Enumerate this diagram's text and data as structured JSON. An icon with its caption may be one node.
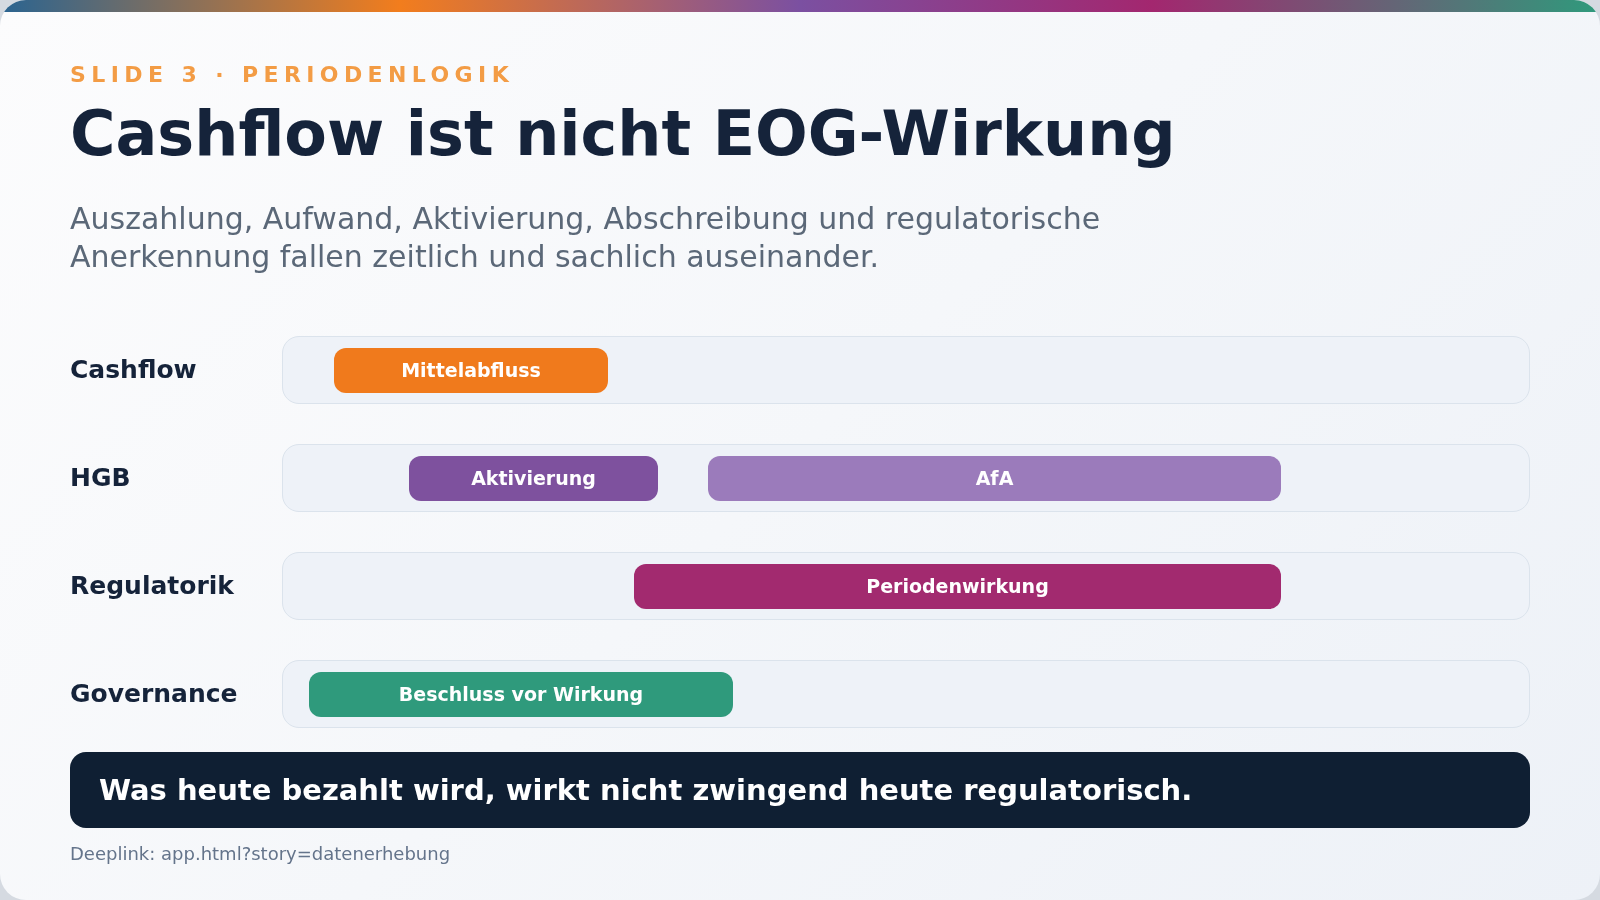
{
  "diagram": {
    "title": "Cashflow ist nicht EOG-Wirkung",
    "nodes": [
      {
        "text": [],
        "shape": "box"
      },
      {
        "text": [
          "Mittelabfluss"
        ],
        "in": 0
      },
      {
        "text": [],
        "shape": "box"
      },
      {
        "text": [
          "Aktivierung"
        ],
        "in": 2
      },
      {
        "text": [
          "AfA"
        ],
        "in": 2
      },
      {
        "text": [],
        "shape": "box"
      },
      {
        "text": [
          "Periodenwirkung"
        ],
        "in": 5
      },
      {
        "text": [],
        "shape": "box"
      },
      {
        "text": [
          "Beschluss vor Wirkung"
        ],
        "in": 7
      },
      {
        "text": [
          "Was heute bezahlt wird, wirkt nicht zwingend heute regulatorisch."
        ]
      }
    ],
    "labels": [
      "SLIDE 3 · PERIODENLOGIK",
      "Auszahlung, Aufwand, Aktivierung, Abschreibung und regulatorische Anerkennung fallen zeitlich und sachlich auseinander.",
      "Cashflow",
      "HGB",
      "Regulatorik",
      "Governance",
      "Deeplink: app.html?story=datenerhebung"
    ]
  }
}
